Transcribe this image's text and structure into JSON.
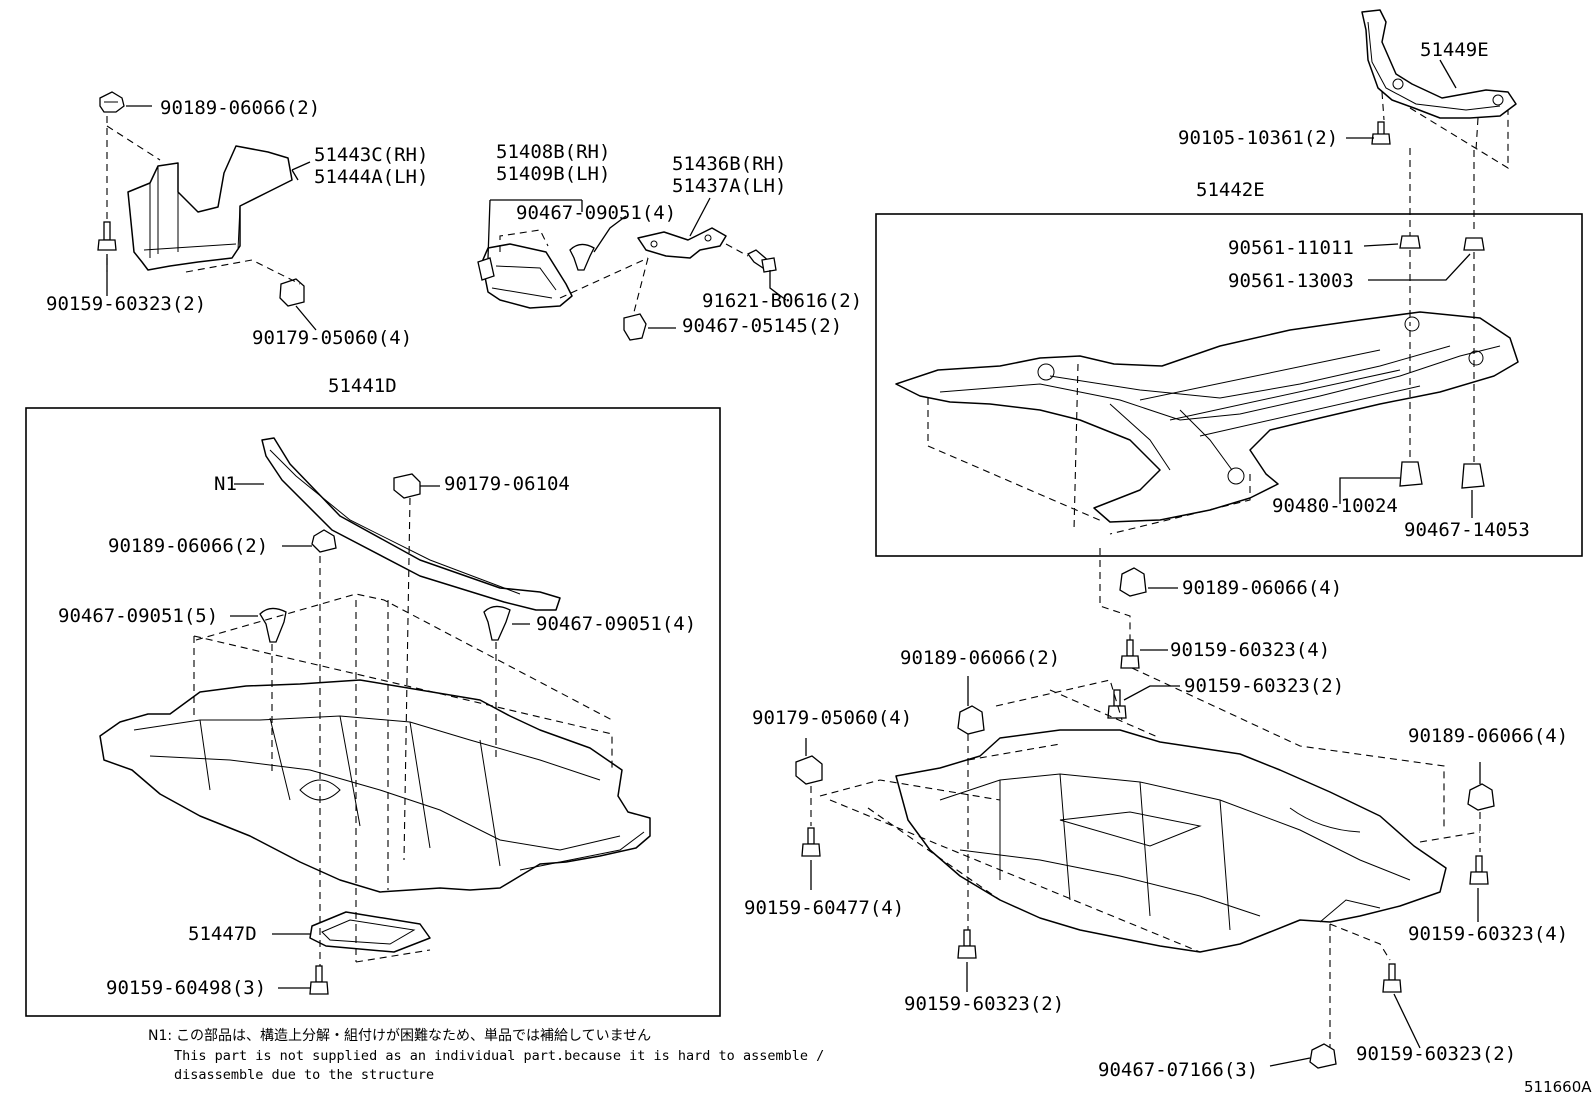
{
  "labels": {
    "l01": "90189-06066(2)",
    "l02": "51443C(RH)",
    "l03": "51444A(LH)",
    "l04": "90159-60323(2)",
    "l05": "90179-05060(4)",
    "l06": "51408B(RH)",
    "l07": "51409B(LH)",
    "l08": "90467-09051(4)",
    "l09": "51436B(RH)",
    "l10": "51437A(LH)",
    "l11": "91621-B0616(2)",
    "l12": "90467-05145(2)",
    "l13": "51449E",
    "l14": "90105-10361(2)",
    "l15": "51442E",
    "l16": "90561-11011",
    "l17": "90561-13003",
    "l18": "90480-10024",
    "l19": "90467-14053",
    "l20": "51441D",
    "l21": "N1",
    "l22": "90179-06104",
    "l23": "90189-06066(2)",
    "l24": "90467-09051(5)",
    "l25": "90467-09051(4)",
    "l26": "51447D",
    "l27": "90159-60498(3)",
    "l28": "90189-06066(4)",
    "l29": "90159-60323(4)",
    "l30": "90189-06066(2)",
    "l31": "90159-60323(2)",
    "l32": "90179-05060(4)",
    "l33": "90189-06066(4)",
    "l34": "90159-60477(4)",
    "l35": "90159-60323(4)",
    "l36": "90159-60323(2)",
    "l37": "90159-60323(2)",
    "l38": "90467-07166(3)"
  },
  "footnote": {
    "marker": "N1:",
    "jp": "この部品は、構造上分解・組付けが困難なため、単品では補給していません",
    "en1": "This part is not supplied as an individual part.because it is hard to assemble /",
    "en2": "disassemble due to the structure"
  },
  "diagram_code": "511660A"
}
